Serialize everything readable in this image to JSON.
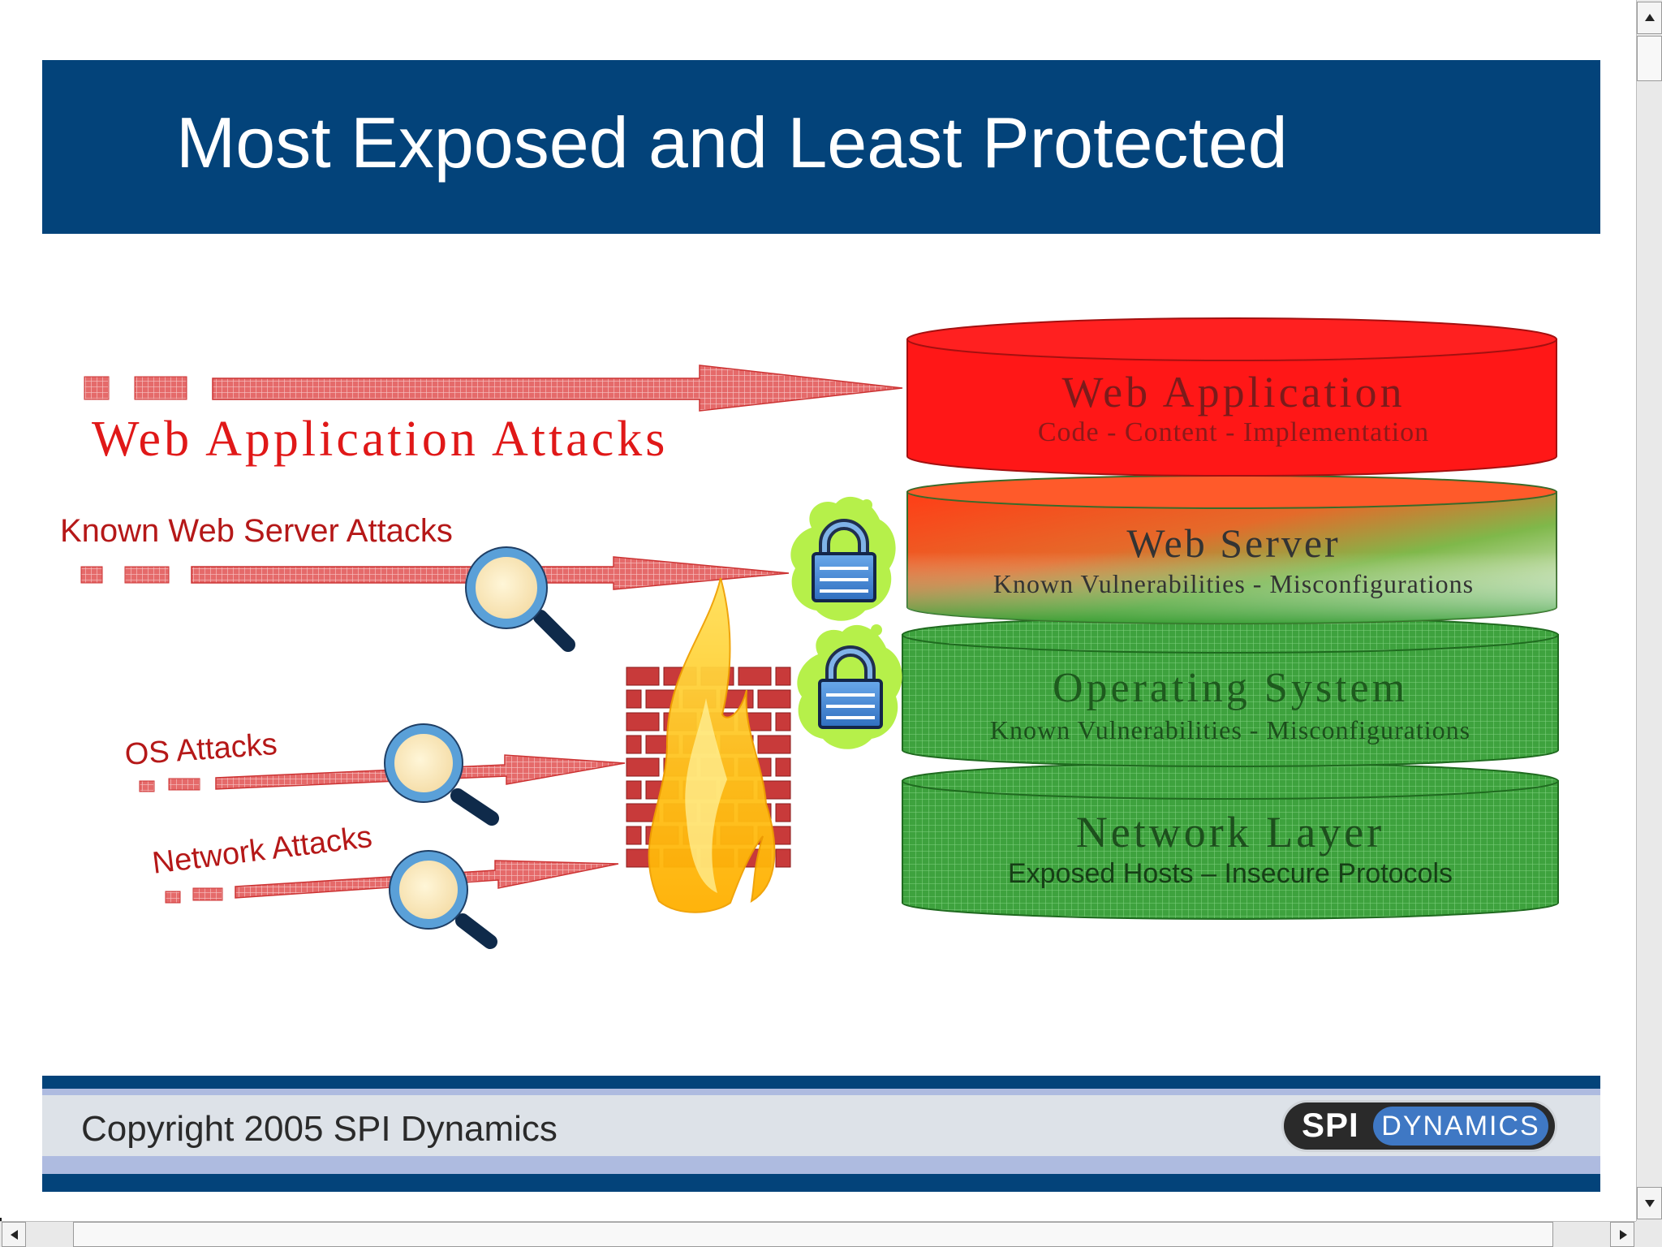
{
  "slide": {
    "title": "Most Exposed and Least Protected"
  },
  "attacks": {
    "web_application": "Web Application Attacks",
    "known_web_server": "Known Web Server Attacks",
    "os": "OS Attacks",
    "network": "Network Attacks"
  },
  "layers": [
    {
      "title": "Web Application",
      "subtitle": "Code - Content - Implementation"
    },
    {
      "title": "Web Server",
      "subtitle": "Known Vulnerabilities - Misconfigurations"
    },
    {
      "title": "Operating System",
      "subtitle": "Known Vulnerabilities - Misconfigurations"
    },
    {
      "title": "Network Layer",
      "subtitle": "Exposed Hosts – Insecure Protocols"
    }
  ],
  "footer": {
    "copyright": "Copyright 2005 SPI Dynamics",
    "logo_left": "SPI",
    "logo_right": "DYNAMICS"
  },
  "colors": {
    "title_bar": "#03437a",
    "web_app_layer": "#ff1a1a",
    "green_layer": "#3fa33f",
    "attack_red": "#e01818"
  },
  "icons": [
    "magnifier-icon",
    "padlock-icon",
    "firewall-icon",
    "flame-icon"
  ]
}
